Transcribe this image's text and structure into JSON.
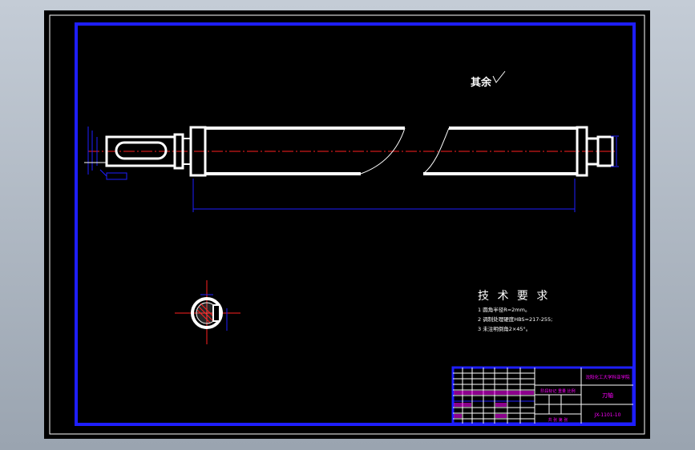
{
  "surface_finish_note": "其余",
  "overall_length_dim": "",
  "technical_requirements": {
    "title": "技 术 要 求",
    "items": [
      "1 圆角半径R=2mm。",
      "2 调制处理硬度HBS=217-255;",
      "3 未注明倒角2×45°。"
    ]
  },
  "title_block": {
    "school": "沈阳化工大学科亚学院",
    "part_name": "刀轴",
    "drawing_no": "JX-1101-10",
    "label_stage_weight_scale": "阶段标记 重量 比例",
    "label_sheets": "共 张 第 张"
  },
  "colors": {
    "background": "#000000",
    "frame": "#1e1eff",
    "part_outline": "#ffffff",
    "centerline": "#ff2020",
    "dimension": "#1e1eff",
    "title_block_text": "#ff00ff",
    "section_line": "#ff2020"
  }
}
